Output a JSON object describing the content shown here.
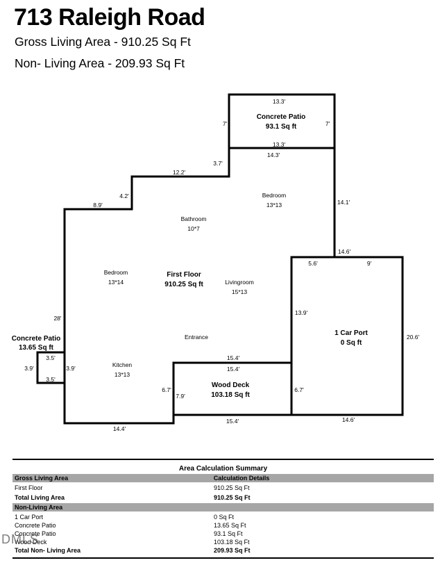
{
  "header": {
    "title": "713 Raleigh Road",
    "gross_living": "Gross Living Area - 910.25 Sq Ft",
    "non_living": "Non- Living Area - 209.93 Sq Ft"
  },
  "plan": {
    "patio_top": {
      "name": "Concrete Patio",
      "area": "93.1 Sq ft",
      "top": "13.3'",
      "bottom": "13.3'",
      "left": "7'",
      "right": "7'"
    },
    "patio_left": {
      "name": "Concrete Patio",
      "area": "13.65 Sq ft",
      "top": "3.5'",
      "bottom": "3.5'",
      "left": "3.9'",
      "right": "3.9'"
    },
    "first_floor": {
      "name": "First Floor",
      "area": "910.25 Sq ft"
    },
    "carport": {
      "name": "1 Car Port",
      "area": "0 Sq ft",
      "top_left": "5.6'",
      "top_right": "9'",
      "right": "20.6'",
      "left": "13.9'",
      "bottom": "14.6'"
    },
    "wood_deck": {
      "name": "Wood Deck",
      "area": "103.18 Sq ft",
      "top": "15.4'",
      "bottom": "15.4'",
      "left": "7.9'",
      "right": "6.7'"
    },
    "rooms": {
      "bedroom_top": {
        "name": "Bedroom",
        "size": "13*13"
      },
      "bathroom": {
        "name": "Bathroom",
        "size": "10*7"
      },
      "bedroom_left": {
        "name": "Bedroom",
        "size": "13*14"
      },
      "livingroom": {
        "name": "Livingroom",
        "size": "15*13"
      },
      "entrance": {
        "name": "Entrance"
      },
      "kitchen": {
        "name": "Kitchen",
        "size": "13*13"
      }
    },
    "dims": {
      "top_right": "14.3'",
      "step_right": "3.7'",
      "mid_top": "12.2'",
      "step_left": "4.2'",
      "left_top": "8.9'",
      "right_upper": "14.1'",
      "right_lower": "14.6'",
      "left_side": "28'",
      "bottom_left": "14.4'",
      "kitchen_step": "6.7'",
      "deck_top_outer": "15.4'"
    }
  },
  "summary": {
    "title": "Area Calculation Summary",
    "gross_header": "Gross Living Area",
    "calc_header": "Calculation Details",
    "first_floor": {
      "label": "First Floor",
      "value": "910.25 Sq Ft"
    },
    "total_living": {
      "label": "Total Living Area",
      "value": "910.25 Sq Ft"
    },
    "non_header": "Non-Living Area",
    "non_items": [
      {
        "label": "1 Car Port",
        "value": "0 Sq Ft"
      },
      {
        "label": "Concrete Patio",
        "value": "13.65 Sq Ft"
      },
      {
        "label": "Concrete Patio",
        "value": "93.1 Sq Ft"
      },
      {
        "label": "Wood Deck",
        "value": "103.18 Sq Ft"
      }
    ],
    "total_non": {
      "label": "Total Non- Living Area",
      "value": "209.93 Sq Ft"
    }
  },
  "watermark": "DMLS"
}
